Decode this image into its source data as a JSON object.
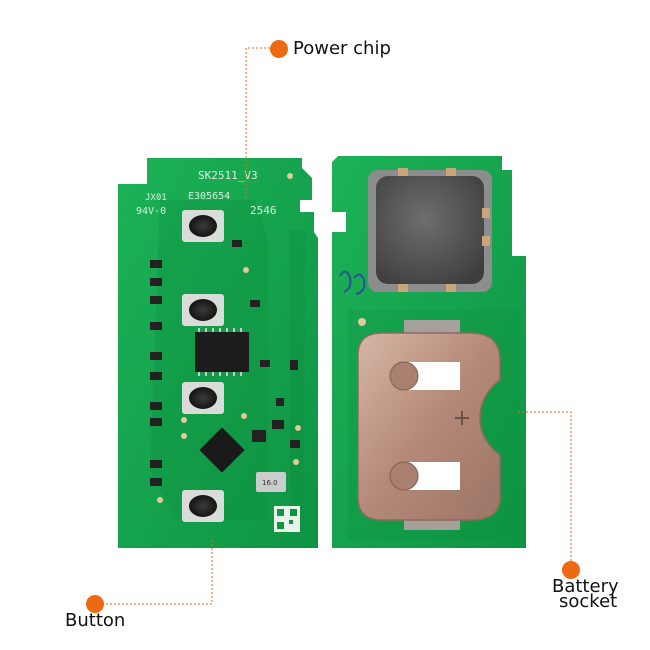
{
  "callouts": {
    "power_chip": "Power chip",
    "button": "Button",
    "battery_line1": "Battery",
    "battery_line2": "socket"
  },
  "pcb_text": {
    "model": "SK2511_V3",
    "code1": "JX01",
    "code2": "E305654",
    "rating": "94V-0",
    "num": "2546",
    "crystal": "16.0"
  },
  "colors": {
    "accent": "#ee6a12",
    "pcb": "#14a54d",
    "metal": "#b98f7e"
  }
}
